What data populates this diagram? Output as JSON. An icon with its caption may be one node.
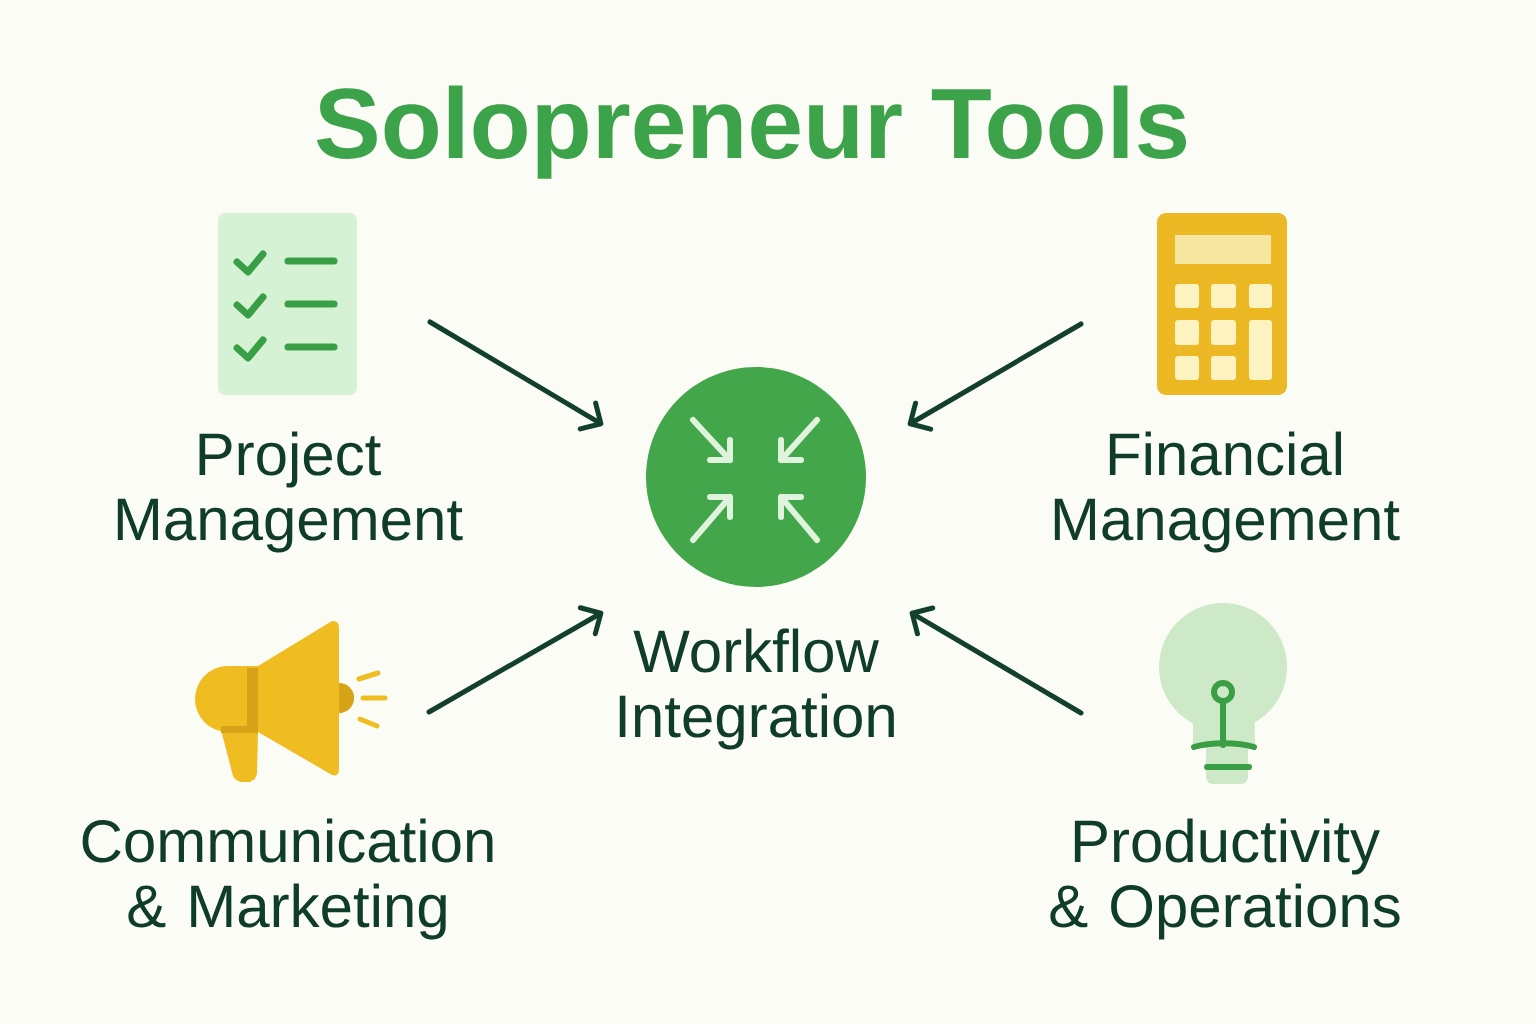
{
  "diagram": {
    "title": "Solopreneur Tools",
    "nodes": [
      {
        "text": [
          "Project Management"
        ]
      },
      {
        "text": [
          "Financial Management"
        ]
      },
      {
        "text": [
          "Workflow Integration"
        ]
      },
      {
        "text": [
          "Communication & Marketing"
        ]
      },
      {
        "text": [
          "Productivity & Operations"
        ]
      }
    ],
    "edges": [
      {
        "from": 0,
        "to": 2,
        "arrow": "to"
      },
      {
        "from": 1,
        "to": 2,
        "arrow": "to"
      },
      {
        "from": 3,
        "to": 2,
        "arrow": "to"
      },
      {
        "from": 4,
        "to": 2,
        "arrow": "to"
      }
    ]
  }
}
